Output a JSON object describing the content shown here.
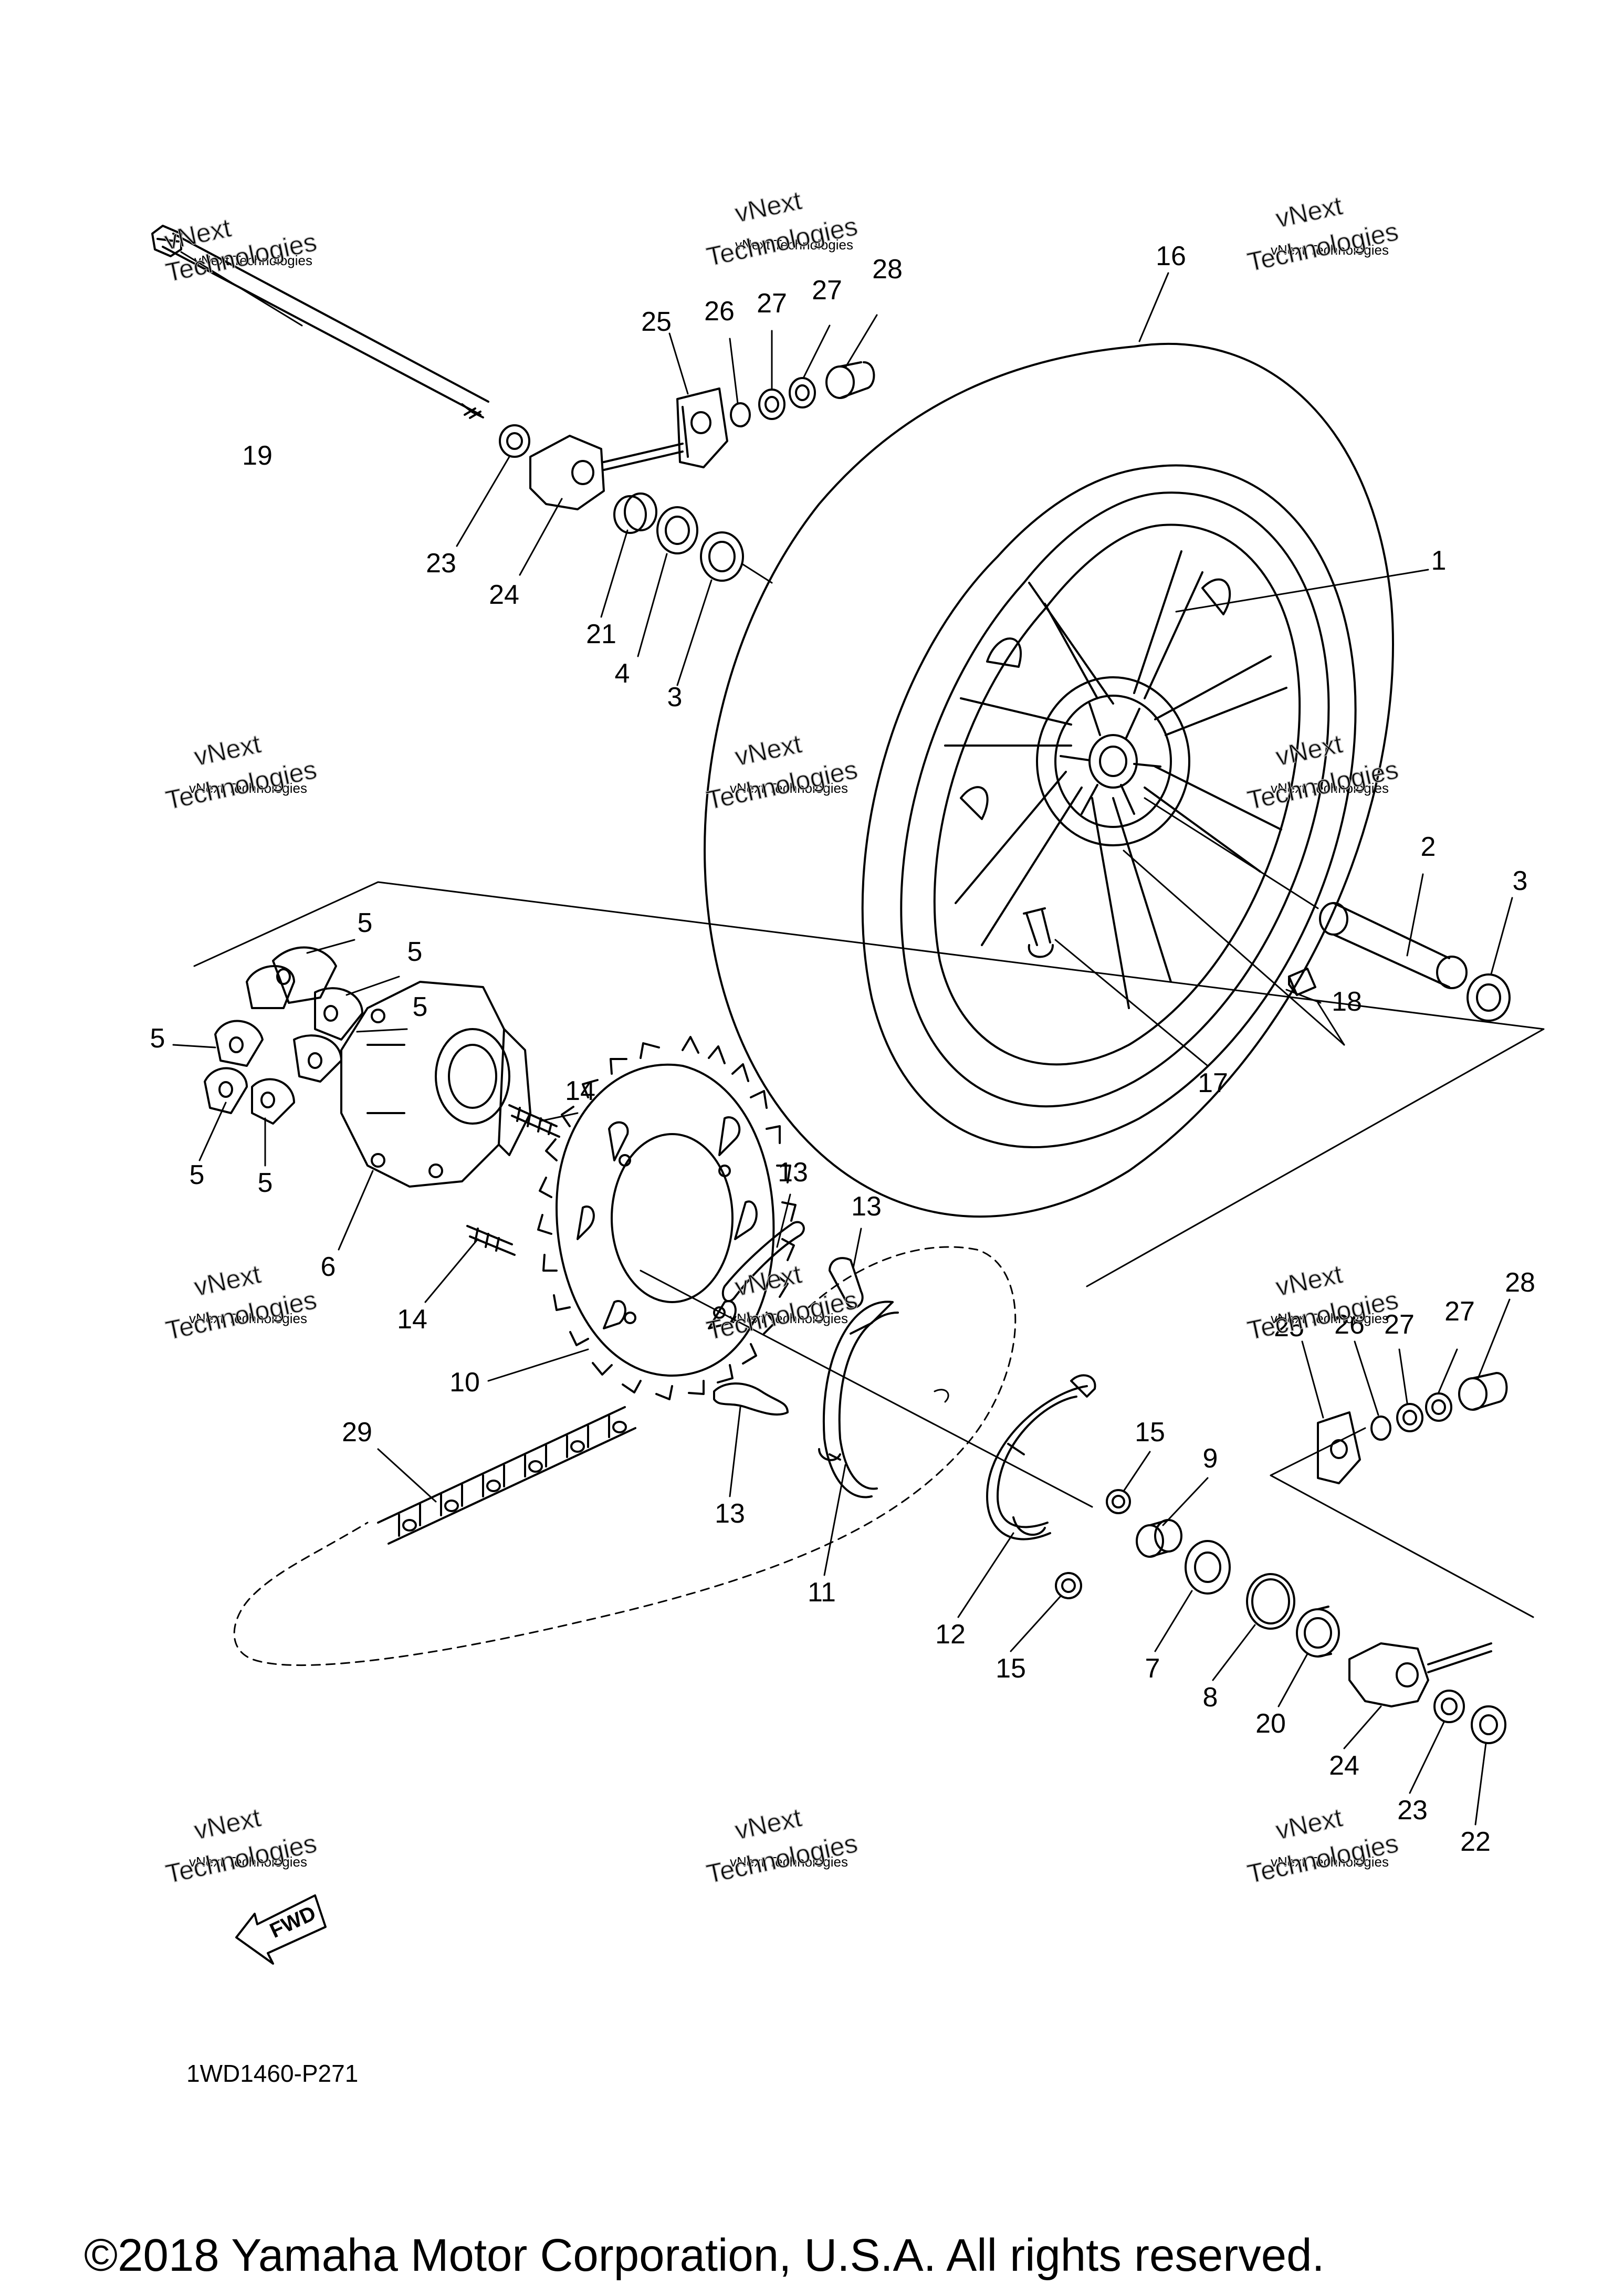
{
  "diagram": {
    "part_labels": [
      "1",
      "2",
      "3",
      "3",
      "4",
      "5",
      "5",
      "5",
      "5",
      "5",
      "5",
      "6",
      "7",
      "8",
      "9",
      "10",
      "11",
      "12",
      "13",
      "13",
      "13",
      "14",
      "14",
      "15",
      "15",
      "16",
      "17",
      "18",
      "19",
      "20",
      "21",
      "22",
      "23",
      "23",
      "24",
      "24",
      "25",
      "25",
      "26",
      "26",
      "27",
      "27",
      "27",
      "27",
      "28",
      "28",
      "29"
    ],
    "watermark": {
      "line1": "vNext Technologies",
      "line2": "Technologies",
      "line3": "vNext"
    },
    "fwd_label": "FWD",
    "diagram_code": "1WD1460-P271",
    "copyright": "©2018 Yamaha Motor Corporation, U.S.A. All rights reserved."
  }
}
